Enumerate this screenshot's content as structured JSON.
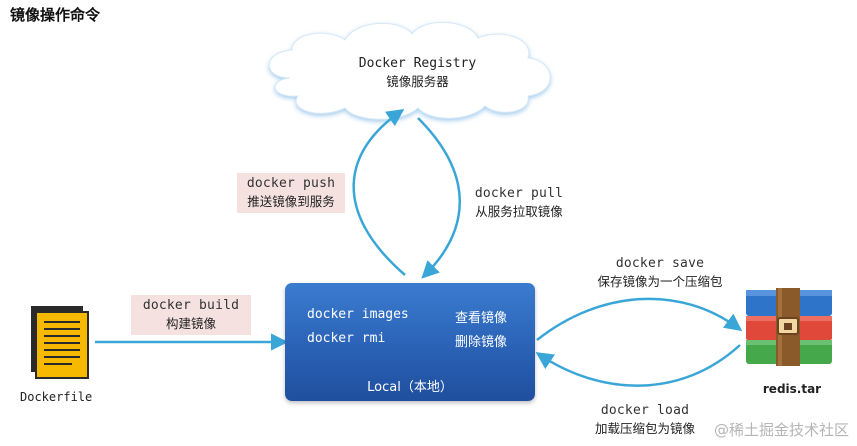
{
  "title": "镜像操作命令",
  "registry": {
    "line1": "Docker Registry",
    "line2": "镜像服务器"
  },
  "push": {
    "cmd": "docker push",
    "desc": "推送镜像到服务"
  },
  "pull": {
    "cmd": "docker pull",
    "desc": "从服务拉取镜像"
  },
  "build": {
    "cmd": "docker build",
    "desc": "构建镜像"
  },
  "save": {
    "cmd": "docker save",
    "desc": "保存镜像为一个压缩包"
  },
  "load": {
    "cmd": "docker load",
    "desc": "加载压缩包为镜像"
  },
  "local": {
    "images_cmd": "docker images",
    "images_desc": "查看镜像",
    "rmi_cmd": "docker rmi",
    "rmi_desc": "删除镜像",
    "name": "Local（本地）"
  },
  "dockerfile_label": "Dockerfile",
  "redis_label": "redis.tar",
  "watermark": "@稀土掘金技术社区",
  "colors": {
    "arrow": "#3aa6d8",
    "local_box": "#2a62b6",
    "pink_bg": "#f6e1e1"
  }
}
